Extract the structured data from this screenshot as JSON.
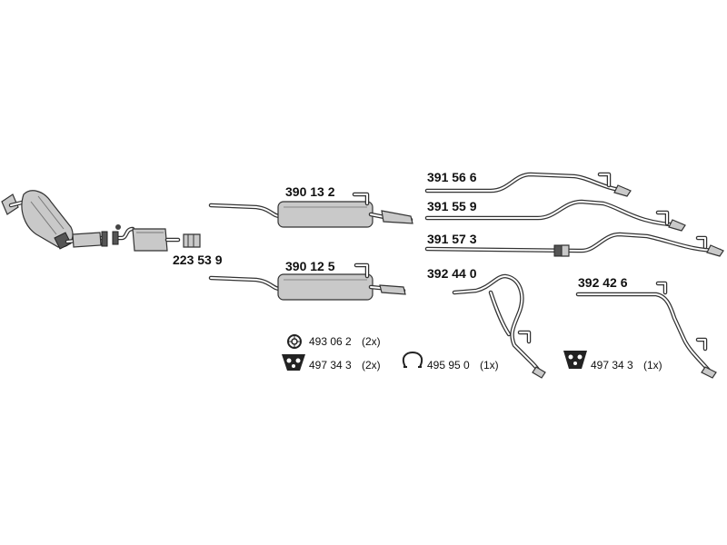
{
  "parts": {
    "front_pipe": "223 53 9",
    "rear_silencer_1": "390 13 2",
    "rear_silencer_2": "390 12 5",
    "tail_pipe_1": "391 56 6",
    "tail_pipe_2": "391 55 9",
    "tail_pipe_3": "391 57 3",
    "bend_pipe_1": "392 44 0",
    "bend_pipe_2": "392 42 6"
  },
  "accessories": {
    "ring": {
      "code": "493 06 2",
      "qty": "(2x)"
    },
    "mount_1": {
      "code": "497 34 3",
      "qty": "(2x)"
    },
    "clamp": {
      "code": "495 95 0",
      "qty": "(1x)"
    },
    "mount_2": {
      "code": "497 34 3",
      "qty": "(1x)"
    }
  },
  "icons": [
    "rubber-ring-icon",
    "rubber-mount-icon",
    "pipe-clamp-icon",
    "rubber-mount-icon"
  ]
}
